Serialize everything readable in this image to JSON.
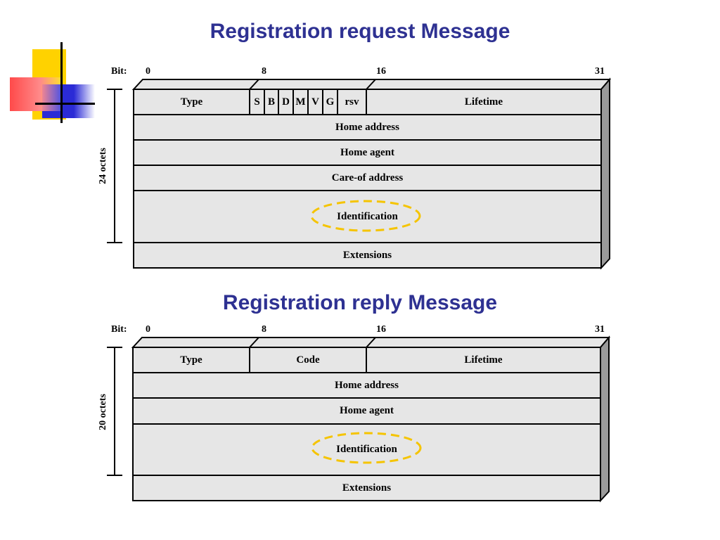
{
  "request": {
    "title": "Registration request Message",
    "bit_prefix": "Bit:",
    "bits": [
      "0",
      "8",
      "16",
      "31"
    ],
    "octets_label": "24 octets",
    "fields": {
      "type": "Type",
      "flags": [
        "S",
        "B",
        "D",
        "M",
        "V",
        "G"
      ],
      "rsv": "rsv",
      "lifetime": "Lifetime",
      "home_address": "Home address",
      "home_agent": "Home agent",
      "care_of_address": "Care-of address",
      "identification": "Identification",
      "extensions": "Extensions"
    }
  },
  "reply": {
    "title": "Registration reply Message",
    "bit_prefix": "Bit:",
    "bits": [
      "0",
      "8",
      "16",
      "31"
    ],
    "octets_label": "20 octets",
    "fields": {
      "type": "Type",
      "code": "Code",
      "lifetime": "Lifetime",
      "home_address": "Home address",
      "home_agent": "Home agent",
      "identification": "Identification",
      "extensions": "Extensions"
    }
  },
  "colors": {
    "title": "#2e3192",
    "box_fill": "#e6e6e6",
    "box_side": "#9a9a9a",
    "highlight": "#f5c400",
    "deco_yellow": "#ffd200",
    "deco_red": "#ff4a4a",
    "deco_blue": "#2b2bd6"
  }
}
